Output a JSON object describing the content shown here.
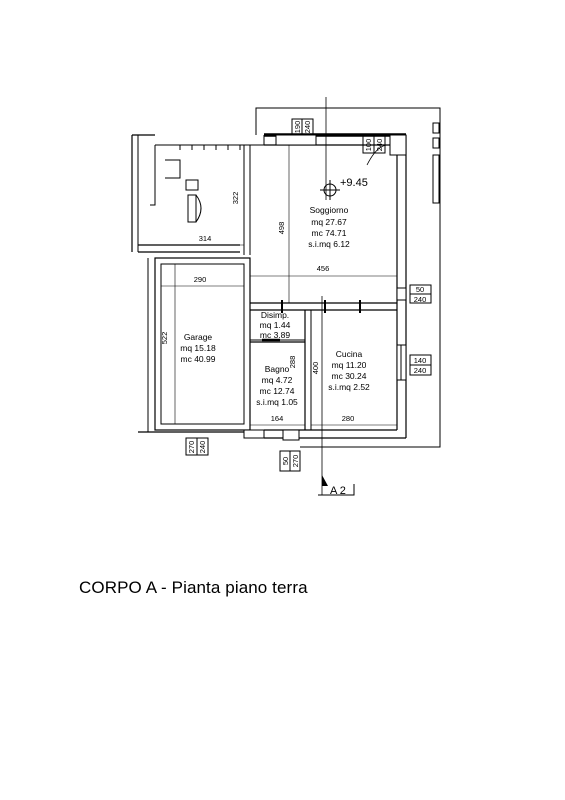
{
  "caption": "CORPO A - Pianta piano terra",
  "elevation": "+9.45",
  "section_marker": "A 2",
  "rooms": {
    "soggiorno": {
      "name": "Soggiorno",
      "mq": "mq  27.67",
      "mc": "mc  74.71",
      "simq": "s.i.mq  6.12"
    },
    "garage": {
      "name": "Garage",
      "mq": "mq  15.18",
      "mc": "mc  40.99"
    },
    "disimpegno": {
      "name": "Disimp.",
      "mq": "mq  1.44",
      "mc": "mc  3.89"
    },
    "bagno": {
      "name": "Bagno",
      "mq": "mq  4.72",
      "mc": "mc  12.74",
      "simq": "s.i.mq  1.05"
    },
    "cucina": {
      "name": "Cucina",
      "mq": "mq  11.20",
      "mc": "mc  30.24",
      "simq": "s.i.mq  2.52"
    }
  },
  "dimensions": {
    "d322": "322",
    "d314": "314",
    "d498": "498",
    "d456": "456",
    "d290": "290",
    "d522": "522",
    "d288": "288",
    "d400": "400",
    "d164": "164",
    "d280": "280"
  },
  "openings": {
    "top_a": "190",
    "top_b": "240",
    "tr_a": "100",
    "tr_b": "240",
    "r1_a": "50",
    "r1_b": "240",
    "r2_a": "140",
    "r2_b": "240",
    "bl_a": "270",
    "bl_b": "240",
    "bc_a": "50",
    "bc_b": "270"
  }
}
